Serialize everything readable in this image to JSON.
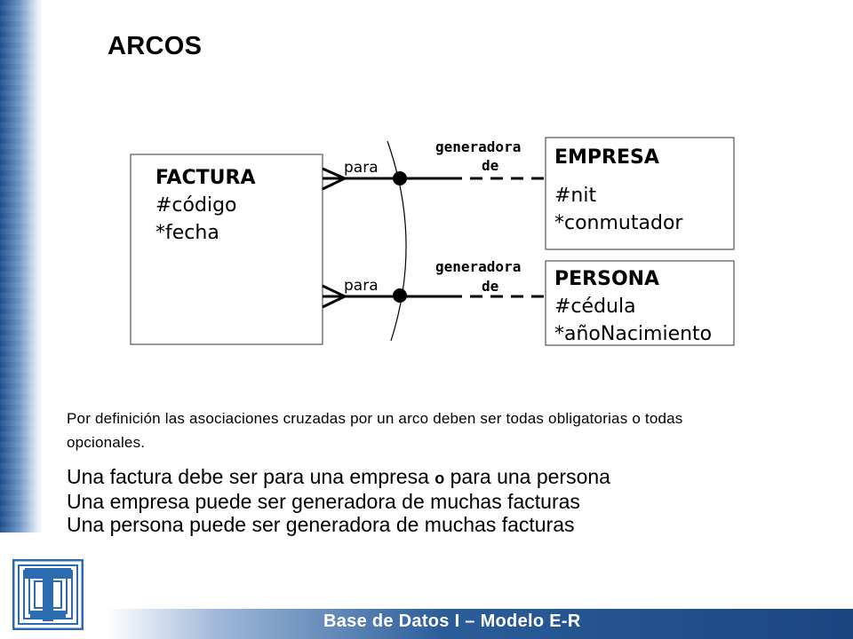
{
  "title": "ARCOS",
  "entities": {
    "factura": {
      "name": "FACTURA",
      "attributes": [
        "#código",
        "*fecha"
      ]
    },
    "empresa": {
      "name": "EMPRESA",
      "attributes": [
        "#nit",
        "*conmutador"
      ]
    },
    "persona": {
      "name": "PERSONA",
      "attributes": [
        "#cédula",
        "*añoNacimiento"
      ]
    }
  },
  "relationships": {
    "top": {
      "left_label": "para",
      "right_label_line1": "generadora",
      "right_label_line2": "de"
    },
    "bottom": {
      "left_label": "para",
      "right_label_line1": "generadora",
      "right_label_line2": "de"
    }
  },
  "note": "Por definición las asociaciones cruzadas por un arco deben ser todas obligatorias o todas opcionales.",
  "statements": {
    "line1_part1": "Una factura debe ser para una empresa ",
    "line1_bold": "o",
    "line1_part2": " para una persona",
    "line2": "Una empresa puede ser generadora de muchas facturas",
    "line3": "Una persona puede ser generadora de muchas facturas"
  },
  "footer": "Base de Datos I – Modelo E-R",
  "colors": {
    "brand_blue": "#1a4680",
    "logo_blue": "#2b6cb0"
  }
}
